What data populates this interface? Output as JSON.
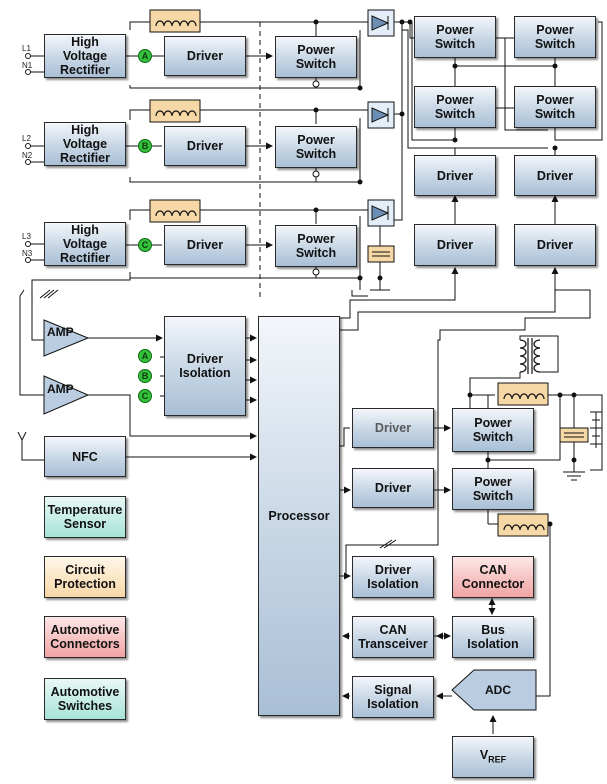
{
  "blocks": {
    "hv1": [
      "High",
      "Voltage",
      "Rectifier"
    ],
    "hv2": [
      "High",
      "Voltage",
      "Rectifier"
    ],
    "hv3": [
      "High",
      "Voltage",
      "Rectifier"
    ],
    "driver": "Driver",
    "power": [
      "Power",
      "Switch"
    ],
    "driver_isolation": [
      "Driver",
      "Isolation"
    ],
    "processor": "Processor",
    "nfc": "NFC",
    "amp": "AMP",
    "adc": "ADC",
    "vref_main": "V",
    "vref_sub": "REF",
    "can_connector": [
      "CAN",
      "Connector"
    ],
    "can_transceiver": [
      "CAN",
      "Transceiver"
    ],
    "bus_isolation": [
      "Bus",
      "Isolation"
    ],
    "signal_isolation": [
      "Signal",
      "Isolation"
    ]
  },
  "legend": {
    "temperature": [
      "Temperature",
      "Sensor"
    ],
    "circuit": [
      "Circuit",
      "Protection"
    ],
    "connectors": [
      "Automotive",
      "Connectors"
    ],
    "switches": [
      "Automotive",
      "Switches"
    ]
  },
  "legend_colors": {
    "temperature": "#a7e4d8",
    "circuit": "#f6d7a6",
    "connectors": "#f0a3a3",
    "switches": "#a7e4d8"
  },
  "terminals": {
    "l1": "L1",
    "n1": "N1",
    "l2": "L2",
    "n2": "N2",
    "l3": "L3",
    "n3": "N3"
  },
  "phases": {
    "a": "A",
    "b": "B",
    "c": "C"
  }
}
